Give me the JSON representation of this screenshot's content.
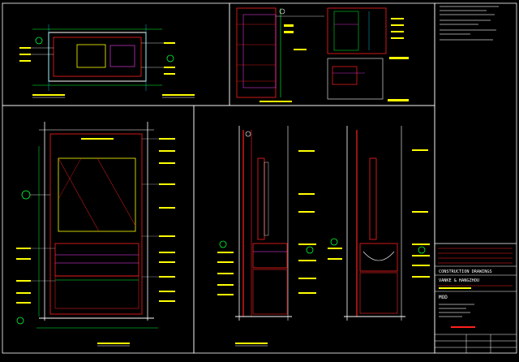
{
  "viewport": {
    "background": "#000000"
  },
  "colors": {
    "frame": "#ffffff",
    "accent_red": "#ff2020",
    "accent_yellow": "#ffff00",
    "accent_green": "#00ff33",
    "accent_cyan": "#00e5ff",
    "accent_magenta": "#ff40ff",
    "dim_grey": "#9a9a9a"
  },
  "title_block": {
    "heading": "CONSTRUCTION DRAWINGS",
    "project": "VANKE & HANGZHOU",
    "company": "MOD"
  }
}
